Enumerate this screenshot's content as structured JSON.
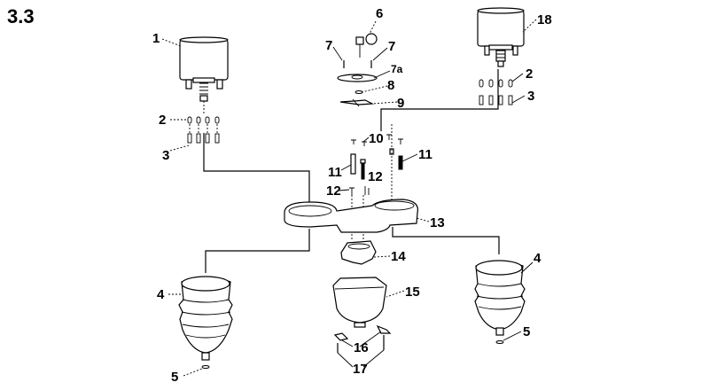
{
  "section": "3.3",
  "callouts": [
    {
      "id": "c1",
      "text": "1"
    },
    {
      "id": "c2a",
      "text": "2"
    },
    {
      "id": "c3a",
      "text": "3"
    },
    {
      "id": "c6",
      "text": "6"
    },
    {
      "id": "c7a",
      "text": "7"
    },
    {
      "id": "c7b",
      "text": "7"
    },
    {
      "id": "c7c",
      "text": "7a"
    },
    {
      "id": "c8",
      "text": "8"
    },
    {
      "id": "c9",
      "text": "9"
    },
    {
      "id": "c18",
      "text": "18"
    },
    {
      "id": "c2b",
      "text": "2"
    },
    {
      "id": "c3b",
      "text": "3"
    },
    {
      "id": "c10",
      "text": "10"
    },
    {
      "id": "c11a",
      "text": "11"
    },
    {
      "id": "c11b",
      "text": "11"
    },
    {
      "id": "c12a",
      "text": "12"
    },
    {
      "id": "c12b",
      "text": "12"
    },
    {
      "id": "c13",
      "text": "13"
    },
    {
      "id": "c14",
      "text": "14"
    },
    {
      "id": "c15",
      "text": "15"
    },
    {
      "id": "c16",
      "text": "16"
    },
    {
      "id": "c17",
      "text": "17"
    },
    {
      "id": "c4a",
      "text": "4"
    },
    {
      "id": "c5a",
      "text": "5"
    },
    {
      "id": "c4b",
      "text": "4"
    },
    {
      "id": "c5b",
      "text": "5"
    }
  ]
}
